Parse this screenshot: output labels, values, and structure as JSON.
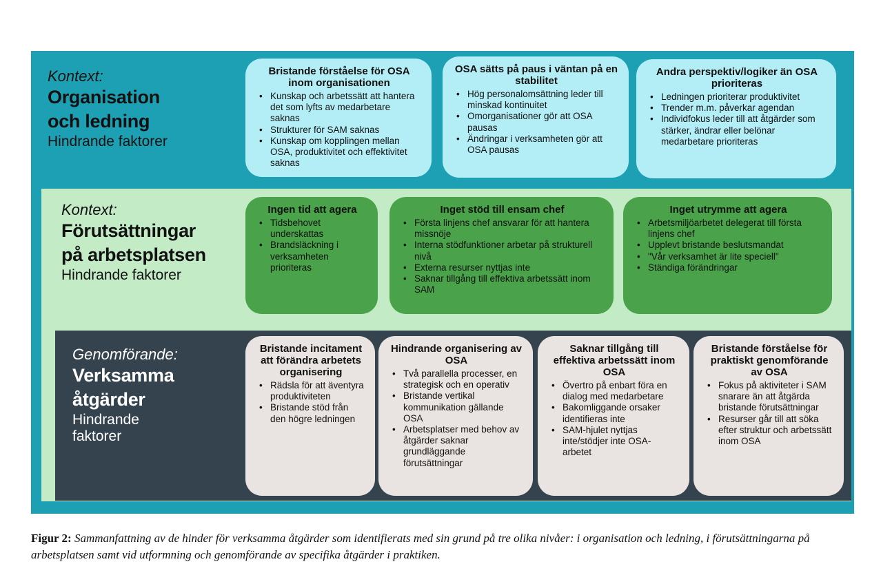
{
  "sections": [
    {
      "context_label": "Kontext:",
      "title_lines": [
        "Organisation",
        "och ledning"
      ],
      "subtitle_lines": [
        "Hindrande faktorer"
      ],
      "boxes": [
        {
          "title": "Bristande förståelse för OSA inom organisationen",
          "bullets": [
            "Kunskap och arbetssätt att hantera det som lyfts av medarbetare saknas",
            "Strukturer för SAM saknas",
            "Kunskap om kopplingen mellan OSA, produktivitet och effektivitet saknas"
          ]
        },
        {
          "title": "OSA sätts på paus i väntan på en stabilitet",
          "bullets": [
            "Hög personalomsättning leder till minskad kontinuitet",
            "Omorganisationer gör att OSA pausas",
            "Ändringar i verksamheten gör att OSA pausas"
          ]
        },
        {
          "title": "Andra perspektiv/logiker än OSA prioriteras",
          "bullets": [
            "Ledningen prioriterar produktivitet",
            "Trender m.m. påverkar agendan",
            "Individfokus leder till att åtgärder som stärker, ändrar eller belönar medarbetare prioriteras"
          ]
        }
      ]
    },
    {
      "context_label": "Kontext:",
      "title_lines": [
        "Förutsättningar",
        "på arbetsplatsen"
      ],
      "subtitle_lines": [
        "Hindrande faktorer"
      ],
      "boxes": [
        {
          "title": "Ingen tid att agera",
          "bullets": [
            "Tidsbehovet underskattas",
            "Brandsläckning i verksamheten prioriteras"
          ]
        },
        {
          "title": "Inget stöd till ensam chef",
          "bullets": [
            "Första linjens chef ansvarar för att hantera missnöje",
            "Interna stödfunktioner arbetar på strukturell nivå",
            "Externa resurser nyttjas inte",
            "Saknar tillgång till effektiva arbetssätt inom SAM"
          ]
        },
        {
          "title": "Inget utrymme att agera",
          "bullets": [
            "Arbetsmiljöarbetet delegerat till första linjens chef",
            "Upplevt bristande beslutsmandat",
            "\"Vår verksamhet är lite speciell\"",
            "Ständiga förändringar"
          ]
        }
      ]
    },
    {
      "context_label": "Genomförande:",
      "title_lines": [
        "Verksamma",
        "åtgärder"
      ],
      "subtitle_lines": [
        "Hindrande",
        "faktorer"
      ],
      "boxes": [
        {
          "title": "Bristande incitament att förändra arbetets organisering",
          "bullets": [
            "Rädsla för att äventyra produktiviteten",
            "Bristande stöd från den högre ledningen"
          ]
        },
        {
          "title": "Hindrande organisering av OSA",
          "bullets": [
            "Två parallella processer, en strategisk och en operativ",
            "Bristande vertikal kommunikation gällande OSA",
            "Arbetsplatser med behov av åtgärder saknar grundläggande förutsättningar"
          ]
        },
        {
          "title": "Saknar tillgång till effektiva arbetssätt inom OSA",
          "bullets": [
            "Övertro på enbart föra en dialog med medarbetare",
            "Bakomliggande orsaker identifieras inte",
            "SAM-hjulet nyttjas inte/stödjer inte OSA-arbetet"
          ]
        },
        {
          "title": "Bristande förståelse för praktiskt genomförande av OSA",
          "bullets": [
            "Fokus på aktiviteter i SAM snarare än att åtgärda bristande förutsättningar",
            "Resurser går till att söka efter struktur och arbetssätt inom OSA"
          ]
        }
      ]
    }
  ],
  "caption": {
    "label": "Figur 2:",
    "text": "Sammanfattning av de hinder för verksamma åtgärder som identifierats med sin grund på tre olika nivåer: i organisation och ledning, i förutsättningarna på arbetsplatsen samt vid utformning och genomförande av specifika åtgärder i praktiken."
  }
}
